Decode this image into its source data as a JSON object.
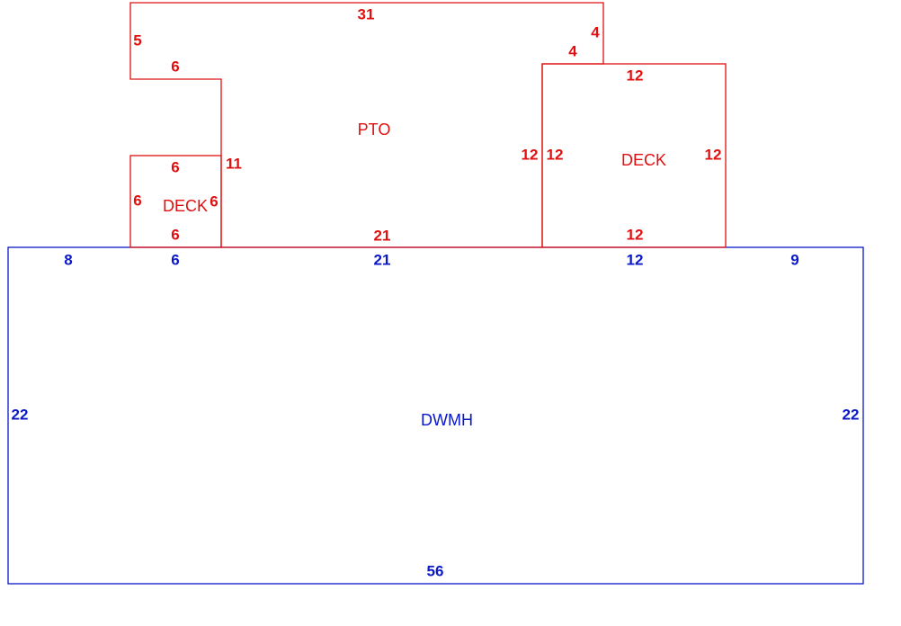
{
  "colors": {
    "addition": "#e01010",
    "main": "#0a18c8"
  },
  "shapes": {
    "main": {
      "name": "DWMH",
      "dims": {
        "top_left": "8",
        "top_deck_left": "6",
        "top_pto": "21",
        "top_deck_right": "12",
        "top_right": "9",
        "left": "22",
        "right": "22",
        "bottom": "56"
      }
    },
    "pto": {
      "name": "PTO",
      "dims": {
        "top": "31",
        "left_upper": "5",
        "step": "6",
        "inner_left": "11",
        "right_upper": "4",
        "notch": "4",
        "bottom": "21"
      }
    },
    "deck_left": {
      "name": "DECK",
      "dims": {
        "top": "6",
        "left": "6",
        "right": "6",
        "bottom": "6"
      }
    },
    "deck_right": {
      "name": "DECK",
      "dims": {
        "top": "12",
        "left_outer": "12",
        "left_inner": "12",
        "right": "12",
        "bottom": "12"
      }
    }
  }
}
